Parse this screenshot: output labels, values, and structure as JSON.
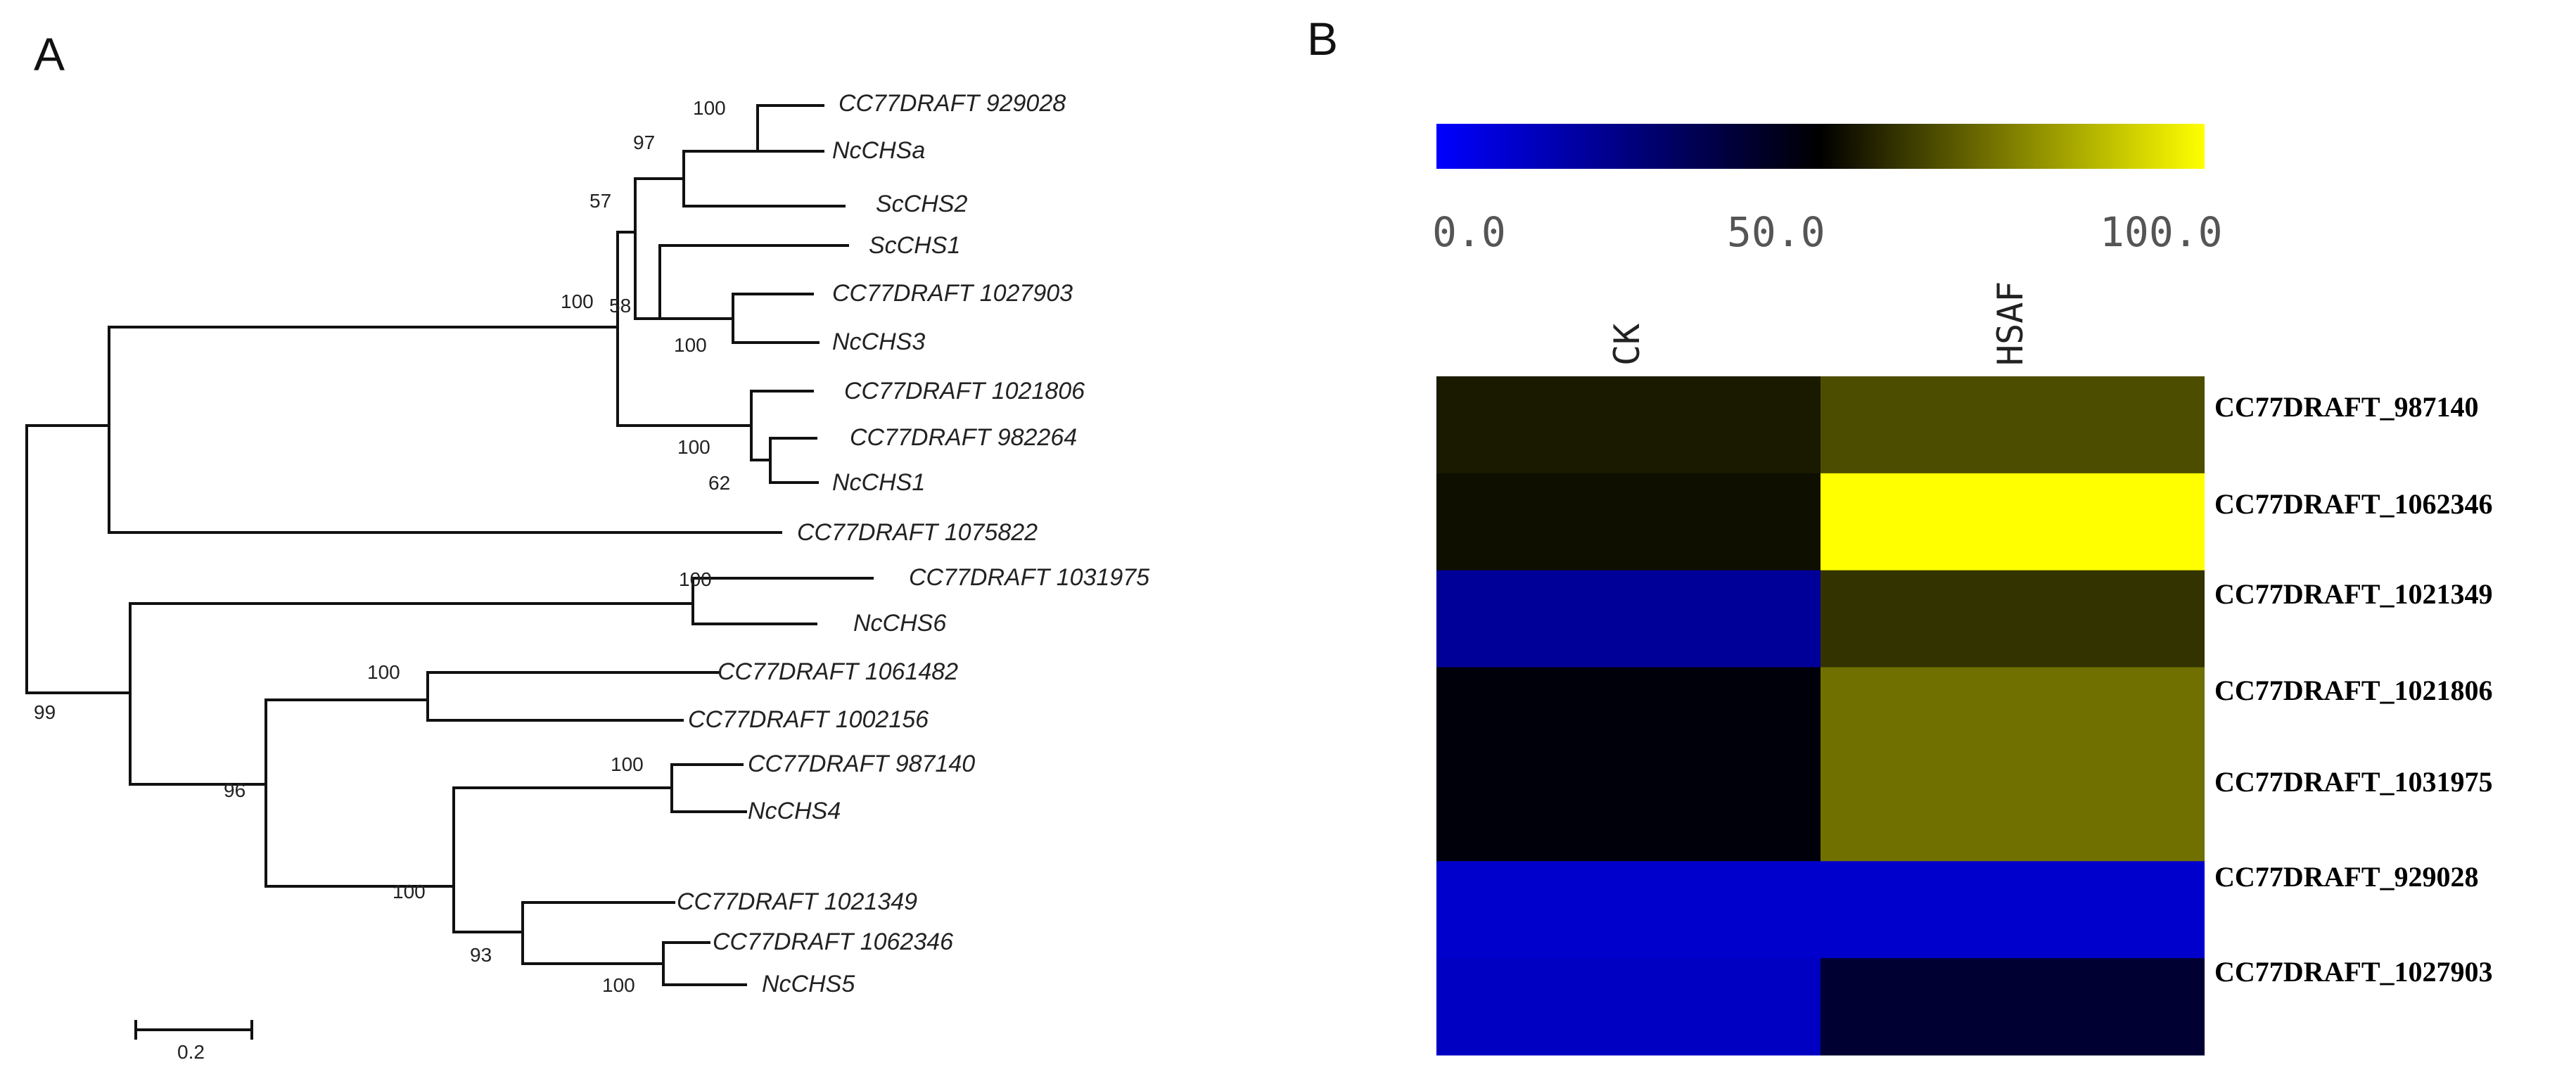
{
  "panelA": {
    "letter": "A",
    "scale_label": "0.2",
    "scale_value": 0.2,
    "leaves": [
      {
        "id": "l1",
        "label": "CC77DRAFT 929028"
      },
      {
        "id": "l2",
        "label": "NcCHSa"
      },
      {
        "id": "l3",
        "label": "ScCHS2"
      },
      {
        "id": "l4",
        "label": "ScCHS1"
      },
      {
        "id": "l5",
        "label": "CC77DRAFT 1027903"
      },
      {
        "id": "l6",
        "label": "NcCHS3"
      },
      {
        "id": "l7",
        "label": "CC77DRAFT 1021806"
      },
      {
        "id": "l8",
        "label": "CC77DRAFT 982264"
      },
      {
        "id": "l9",
        "label": "NcCHS1"
      },
      {
        "id": "l10",
        "label": "CC77DRAFT 1075822"
      },
      {
        "id": "l11",
        "label": "CC77DRAFT 1031975"
      },
      {
        "id": "l12",
        "label": "NcCHS6"
      },
      {
        "id": "l13",
        "label": "CC77DRAFT 1061482"
      },
      {
        "id": "l14",
        "label": "CC77DRAFT 1002156"
      },
      {
        "id": "l15",
        "label": "CC77DRAFT 987140"
      },
      {
        "id": "l16",
        "label": "NcCHS4"
      },
      {
        "id": "l17",
        "label": "CC77DRAFT 1021349"
      },
      {
        "id": "l18",
        "label": "CC77DRAFT 1062346"
      },
      {
        "id": "l19",
        "label": "NcCHS5"
      }
    ],
    "bootstrap": [
      {
        "id": "b1",
        "label": "100"
      },
      {
        "id": "b2",
        "label": "97"
      },
      {
        "id": "b3",
        "label": "57"
      },
      {
        "id": "b4",
        "label": "100"
      },
      {
        "id": "b5",
        "label": "58"
      },
      {
        "id": "b6",
        "label": "100"
      },
      {
        "id": "b7",
        "label": "100"
      },
      {
        "id": "b8",
        "label": "62"
      },
      {
        "id": "b9",
        "label": "100"
      },
      {
        "id": "b10",
        "label": "99"
      },
      {
        "id": "b11",
        "label": "100"
      },
      {
        "id": "b12",
        "label": "96"
      },
      {
        "id": "b13",
        "label": "100"
      },
      {
        "id": "b14",
        "label": "100"
      },
      {
        "id": "b15",
        "label": "93"
      },
      {
        "id": "b16",
        "label": "100"
      }
    ]
  },
  "panelB": {
    "letter": "B",
    "colorbar": {
      "min_label": "0.0",
      "mid_label": "50.0",
      "max_label": "100.0",
      "stops": [
        "#0000ff",
        "#000000",
        "#ffff00"
      ]
    },
    "columns": [
      "CK",
      "HSAF"
    ],
    "rows": [
      {
        "gene": "CC77DRAFT_987140",
        "ck": 55,
        "hsaf": 65
      },
      {
        "gene": "CC77DRAFT_1062346",
        "ck": 53,
        "hsaf": 100
      },
      {
        "gene": "CC77DRAFT_1021349",
        "ck": 20,
        "hsaf": 60
      },
      {
        "gene": "CC77DRAFT_1021806",
        "ck": 48,
        "hsaf": 72
      },
      {
        "gene": "CC77DRAFT_1031975",
        "ck": 48,
        "hsaf": 72
      },
      {
        "gene": "CC77DRAFT_929028",
        "ck": 10,
        "hsaf": 10
      },
      {
        "gene": "CC77DRAFT_1027903",
        "ck": 12,
        "hsaf": 40
      }
    ]
  }
}
